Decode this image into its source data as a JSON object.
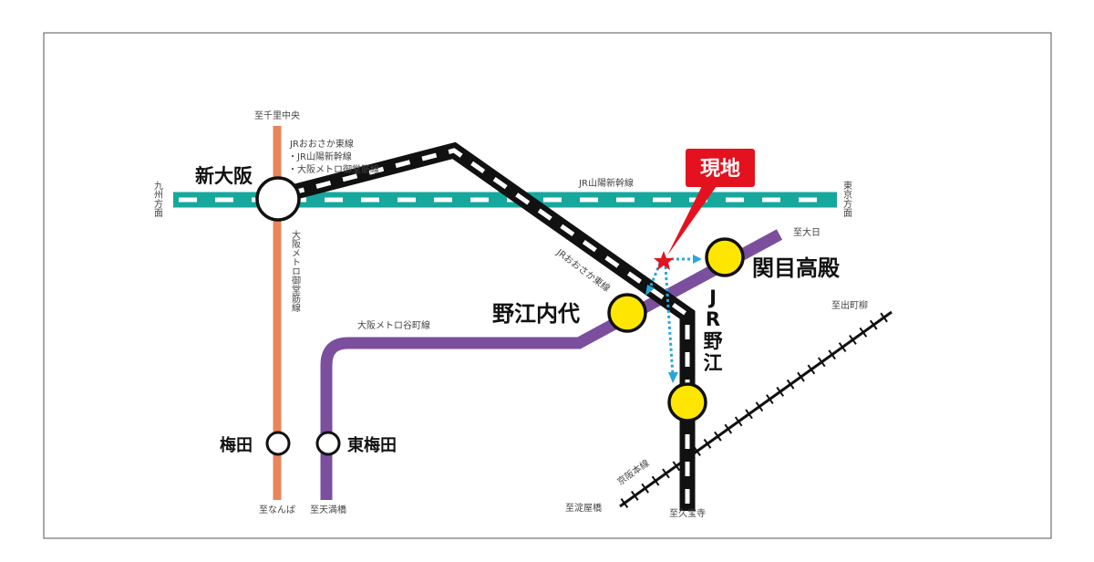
{
  "current_location": {
    "label": "現地",
    "color": "#e3121e"
  },
  "lines": {
    "midosuji": {
      "color": "#e8855a",
      "label": "大阪メトロ御堂筋線",
      "north": "至千里中央",
      "south": "至なんば"
    },
    "shinkansen": {
      "color": "#16a89c",
      "label": "JR山陽新幹線",
      "west": "九州方面",
      "east": "東京方面"
    },
    "osaka_higashi": {
      "color": "#111111",
      "label": "JRおおさか東線",
      "south": "至久宝寺"
    },
    "tanimachi": {
      "color": "#7b4f9e",
      "label": "大阪メトロ谷町線",
      "north": "至大日",
      "south": "至天満橋"
    },
    "keihan": {
      "color": "#111111",
      "label": "京阪本線",
      "east": "至出町柳",
      "west": "至淀屋橋"
    }
  },
  "shin_osaka_lines": [
    "JRおおさか東線",
    "・JR山陽新幹線",
    "・大阪メトロ御堂筋線"
  ],
  "stations": {
    "shin_osaka": "新大阪",
    "umeda": "梅田",
    "higashi_umeda": "東梅田",
    "noe_uchindai": "野江内代",
    "sekime_takadono": "関目高殿",
    "jr_noe": [
      "J",
      "R",
      "野",
      "江"
    ]
  },
  "colors": {
    "station_yellow": "#ffe600",
    "route_arrow": "#2aa7d8"
  }
}
